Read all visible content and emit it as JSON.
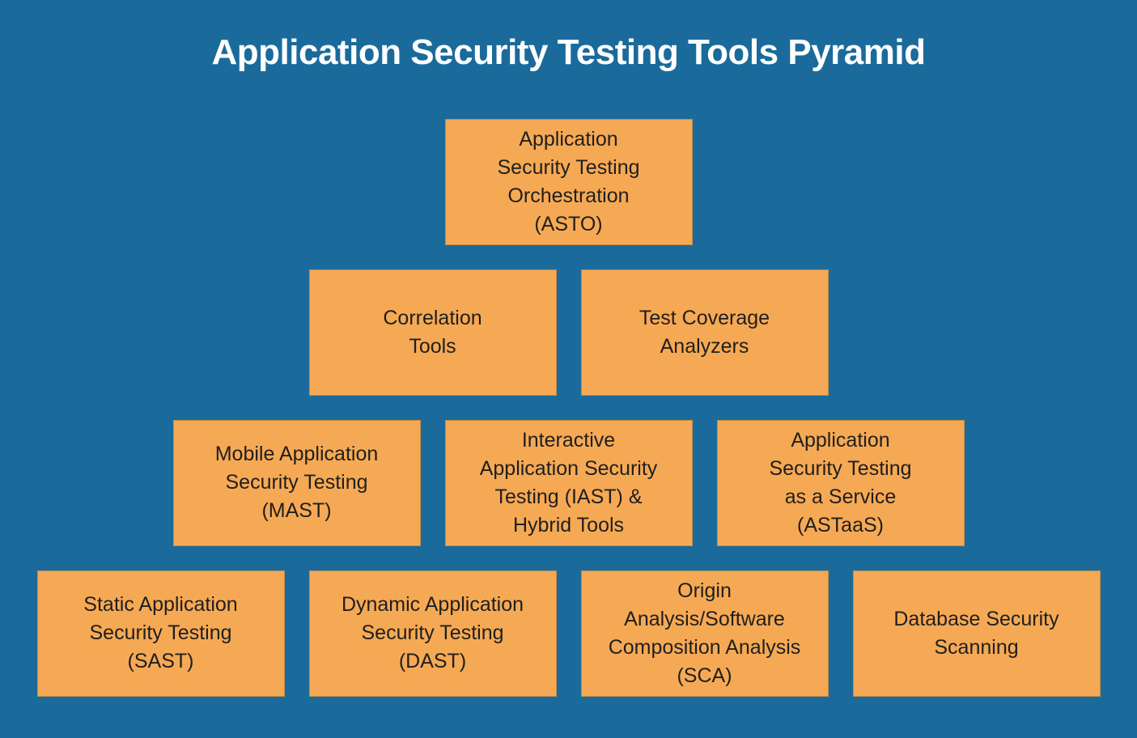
{
  "title": "Application Security Testing Tools Pyramid",
  "colors": {
    "background": "#1A6B9B",
    "box_fill": "#F6A954",
    "box_text": "#1F1F1F",
    "title_text": "#FFFFFF"
  },
  "pyramid": {
    "rows": [
      {
        "boxes": [
          {
            "id": "asto",
            "label": "Application\nSecurity Testing\nOrchestration\n(ASTO)"
          }
        ]
      },
      {
        "boxes": [
          {
            "id": "correlation-tools",
            "label": "Correlation\nTools"
          },
          {
            "id": "test-coverage-analyzers",
            "label": "Test Coverage\nAnalyzers"
          }
        ]
      },
      {
        "boxes": [
          {
            "id": "mast",
            "label": "Mobile Application\nSecurity Testing\n(MAST)"
          },
          {
            "id": "iast-hybrid",
            "label": "Interactive\nApplication Security\nTesting (IAST) &\nHybrid Tools"
          },
          {
            "id": "astaas",
            "label": "Application\nSecurity Testing\nas a Service\n(ASTaaS)"
          }
        ]
      },
      {
        "boxes": [
          {
            "id": "sast",
            "label": "Static Application\nSecurity Testing\n(SAST)"
          },
          {
            "id": "dast",
            "label": "Dynamic Application\nSecurity Testing\n(DAST)"
          },
          {
            "id": "sca",
            "label": "Origin\nAnalysis/Software\nComposition Analysis\n(SCA)"
          },
          {
            "id": "database-security-scanning",
            "label": "Database Security\nScanning"
          }
        ]
      }
    ]
  }
}
